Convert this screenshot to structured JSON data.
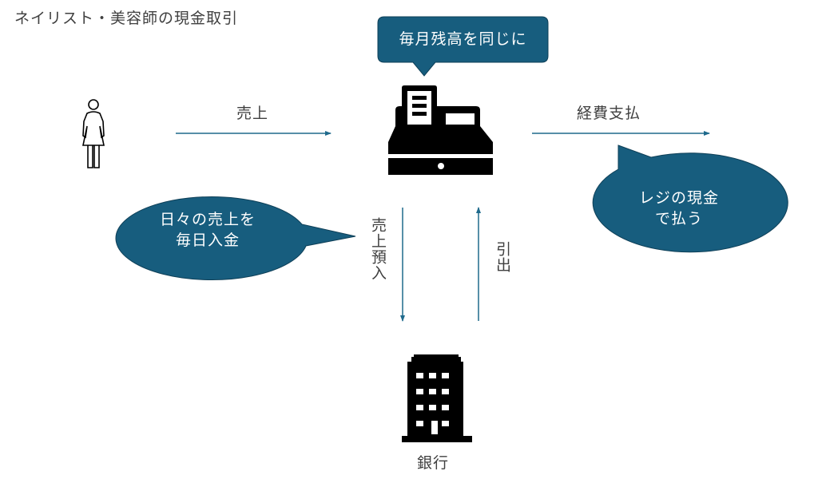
{
  "title": "ネイリスト・美容師の現金取引",
  "colors": {
    "callout": "#175d7e",
    "arrow": "#1f6a8c",
    "icon": "#000000",
    "text": "#404040"
  },
  "callouts": {
    "top": "毎月残高を同じに",
    "left_line1": "日々の売上を",
    "left_line2": "毎日入金",
    "right_line1": "レジの現金",
    "right_line2": "で払う"
  },
  "arrows": {
    "sales": "売上",
    "expenses": "経費支払",
    "deposit": "売上預入",
    "withdraw": "引出"
  },
  "nodes": {
    "customer": "person-icon",
    "register": "cash-register-icon",
    "bank": "bank-building-icon",
    "bank_label": "銀行"
  }
}
